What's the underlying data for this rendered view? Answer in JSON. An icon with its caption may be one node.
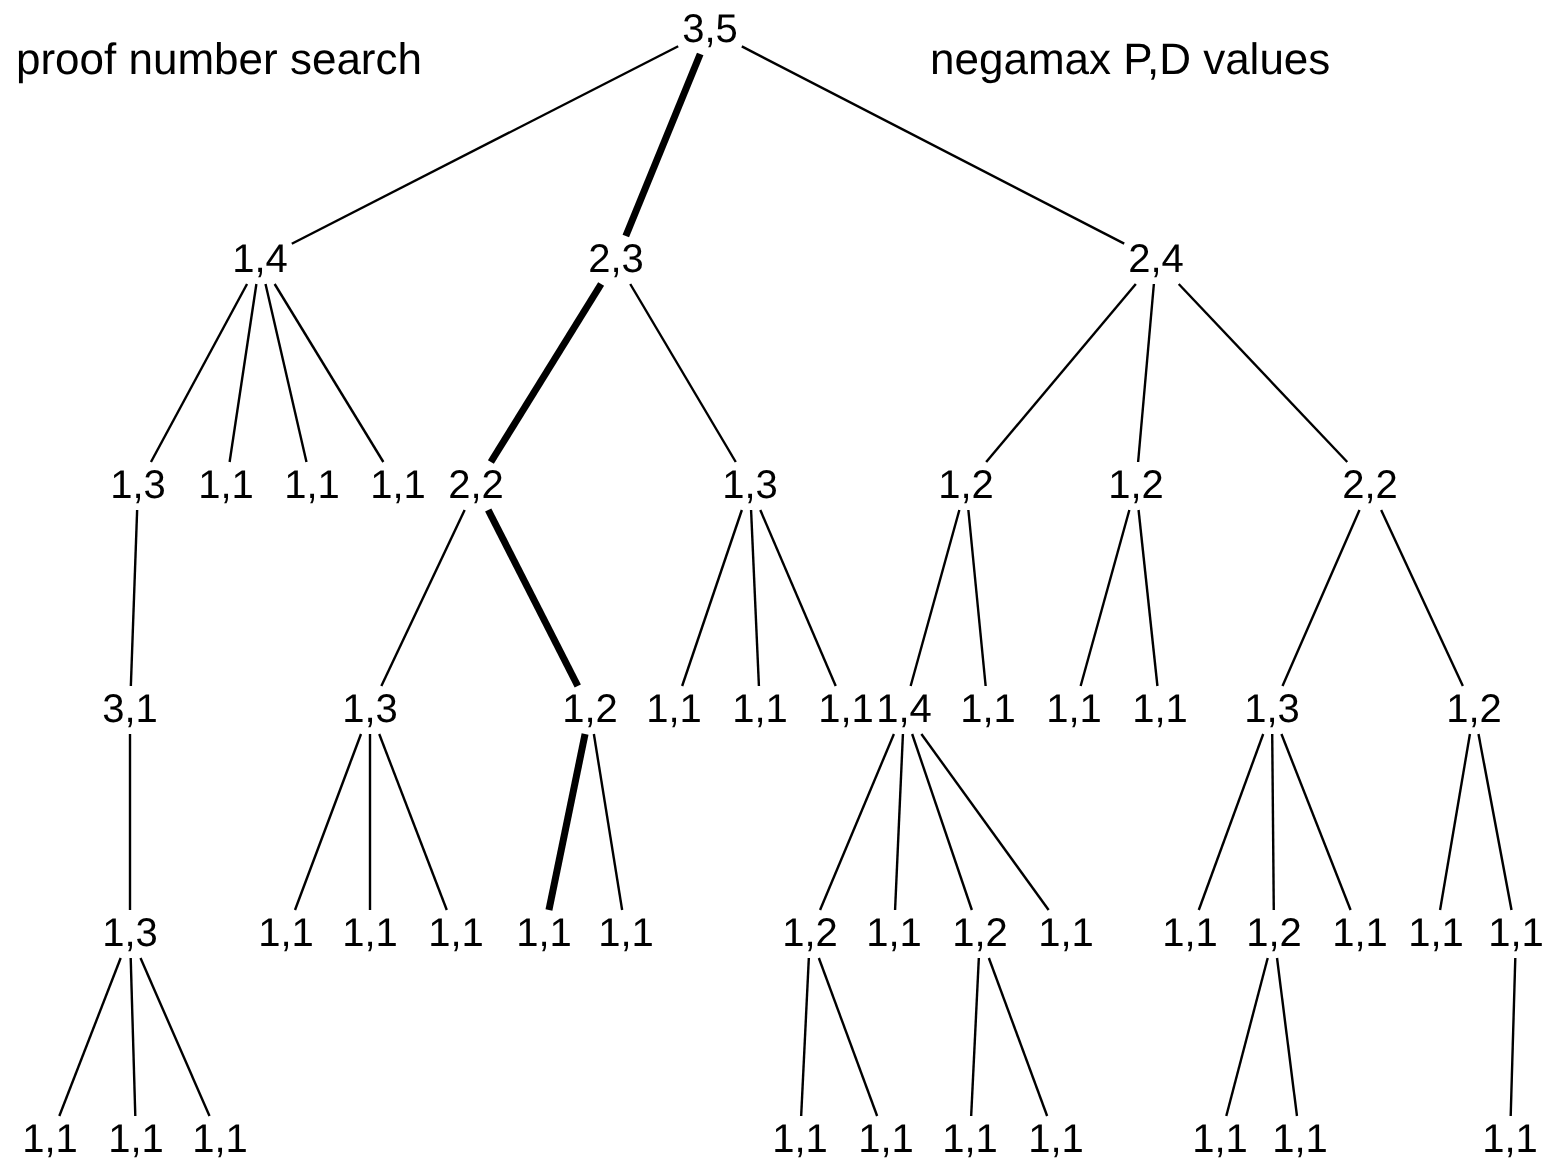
{
  "diagram": {
    "nodes": [
      {
        "text": [
          "3,5"
        ]
      },
      {
        "text": [
          "1,4"
        ]
      },
      {
        "text": [
          "2,3"
        ]
      },
      {
        "text": [
          "2,4"
        ]
      },
      {
        "text": [
          "1,3"
        ]
      },
      {
        "text": [
          "1,1"
        ]
      },
      {
        "text": [
          "1,1"
        ]
      },
      {
        "text": [
          "1,1"
        ]
      },
      {
        "text": [
          "2,2"
        ]
      },
      {
        "text": [
          "1,3"
        ]
      },
      {
        "text": [
          "1,2"
        ]
      },
      {
        "text": [
          "1,2"
        ]
      },
      {
        "text": [
          "2,2"
        ]
      },
      {
        "text": [
          "3,1"
        ]
      },
      {
        "text": [
          "1,3"
        ]
      },
      {
        "text": [
          "1,2"
        ]
      },
      {
        "text": [
          "1,1"
        ]
      },
      {
        "text": [
          "1,1"
        ]
      },
      {
        "text": [
          "1,1"
        ]
      },
      {
        "text": [
          "1,4"
        ]
      },
      {
        "text": [
          "1,1"
        ]
      },
      {
        "text": [
          "1,1"
        ]
      },
      {
        "text": [
          "1,1"
        ]
      },
      {
        "text": [
          "1,3"
        ]
      },
      {
        "text": [
          "1,2"
        ]
      },
      {
        "text": [
          "1,3"
        ]
      },
      {
        "text": [
          "1,1"
        ]
      },
      {
        "text": [
          "1,1"
        ]
      },
      {
        "text": [
          "1,1"
        ]
      },
      {
        "text": [
          "1,1"
        ]
      },
      {
        "text": [
          "1,1"
        ]
      },
      {
        "text": [
          "1,2"
        ]
      },
      {
        "text": [
          "1,1"
        ]
      },
      {
        "text": [
          "1,2"
        ]
      },
      {
        "text": [
          "1,1"
        ]
      },
      {
        "text": [
          "1,1"
        ]
      },
      {
        "text": [
          "1,2"
        ]
      },
      {
        "text": [
          "1,1"
        ]
      },
      {
        "text": [
          "1,1"
        ]
      },
      {
        "text": [
          "1,1"
        ]
      },
      {
        "text": [
          "1,1"
        ]
      },
      {
        "text": [
          "1,1"
        ]
      },
      {
        "text": [
          "1,1"
        ]
      },
      {
        "text": [
          "1,1"
        ]
      },
      {
        "text": [
          "1,1"
        ]
      },
      {
        "text": [
          "1,1"
        ]
      },
      {
        "text": [
          "1,1"
        ]
      },
      {
        "text": [
          "1,1"
        ]
      },
      {
        "text": [
          "1,1"
        ]
      },
      {
        "text": [
          "1,1"
        ]
      }
    ],
    "edges": [
      {
        "from": 0,
        "to": 1,
        "arrow": "none"
      },
      {
        "from": 0,
        "to": 2,
        "arrow": "none",
        "style": "thick"
      },
      {
        "from": 0,
        "to": 3,
        "arrow": "none"
      },
      {
        "from": 1,
        "to": 4,
        "arrow": "none"
      },
      {
        "from": 1,
        "to": 5,
        "arrow": "none"
      },
      {
        "from": 1,
        "to": 6,
        "arrow": "none"
      },
      {
        "from": 1,
        "to": 7,
        "arrow": "none"
      },
      {
        "from": 2,
        "to": 8,
        "arrow": "none",
        "style": "thick"
      },
      {
        "from": 2,
        "to": 9,
        "arrow": "none"
      },
      {
        "from": 3,
        "to": 10,
        "arrow": "none"
      },
      {
        "from": 3,
        "to": 11,
        "arrow": "none"
      },
      {
        "from": 3,
        "to": 12,
        "arrow": "none"
      },
      {
        "from": 4,
        "to": 13,
        "arrow": "none"
      },
      {
        "from": 8,
        "to": 14,
        "arrow": "none"
      },
      {
        "from": 8,
        "to": 15,
        "arrow": "none",
        "style": "thick"
      },
      {
        "from": 9,
        "to": 16,
        "arrow": "none"
      },
      {
        "from": 9,
        "to": 17,
        "arrow": "none"
      },
      {
        "from": 9,
        "to": 18,
        "arrow": "none"
      },
      {
        "from": 10,
        "to": 19,
        "arrow": "none"
      },
      {
        "from": 10,
        "to": 20,
        "arrow": "none"
      },
      {
        "from": 11,
        "to": 21,
        "arrow": "none"
      },
      {
        "from": 11,
        "to": 22,
        "arrow": "none"
      },
      {
        "from": 12,
        "to": 23,
        "arrow": "none"
      },
      {
        "from": 12,
        "to": 24,
        "arrow": "none"
      },
      {
        "from": 13,
        "to": 25,
        "arrow": "none"
      },
      {
        "from": 14,
        "to": 26,
        "arrow": "none"
      },
      {
        "from": 14,
        "to": 27,
        "arrow": "none"
      },
      {
        "from": 14,
        "to": 28,
        "arrow": "none"
      },
      {
        "from": 15,
        "to": 29,
        "arrow": "none",
        "style": "thick"
      },
      {
        "from": 15,
        "to": 30,
        "arrow": "none"
      },
      {
        "from": 19,
        "to": 31,
        "arrow": "none"
      },
      {
        "from": 19,
        "to": 32,
        "arrow": "none"
      },
      {
        "from": 19,
        "to": 33,
        "arrow": "none"
      },
      {
        "from": 19,
        "to": 34,
        "arrow": "none"
      },
      {
        "from": 23,
        "to": 35,
        "arrow": "none"
      },
      {
        "from": 23,
        "to": 36,
        "arrow": "none"
      },
      {
        "from": 23,
        "to": 37,
        "arrow": "none"
      },
      {
        "from": 24,
        "to": 38,
        "arrow": "none"
      },
      {
        "from": 24,
        "to": 39,
        "arrow": "none"
      },
      {
        "from": 25,
        "to": 40,
        "arrow": "none"
      },
      {
        "from": 25,
        "to": 41,
        "arrow": "none"
      },
      {
        "from": 25,
        "to": 42,
        "arrow": "none"
      },
      {
        "from": 31,
        "to": 43,
        "arrow": "none"
      },
      {
        "from": 31,
        "to": 44,
        "arrow": "none"
      },
      {
        "from": 33,
        "to": 45,
        "arrow": "none"
      },
      {
        "from": 33,
        "to": 46,
        "arrow": "none"
      },
      {
        "from": 36,
        "to": 47,
        "arrow": "none"
      },
      {
        "from": 36,
        "to": 48,
        "arrow": "none"
      },
      {
        "from": 39,
        "to": 49,
        "arrow": "none"
      }
    ],
    "labels": [
      "proof number search",
      "negamax P,D values"
    ]
  }
}
